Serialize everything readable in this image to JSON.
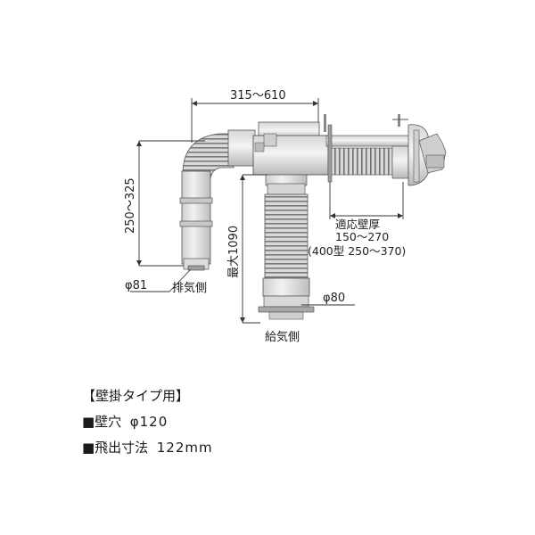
{
  "dimensions": {
    "horizontal_length": "315～610",
    "vertical_height": "250～325",
    "max_length": "最大1090",
    "exhaust_diameter": "φ81",
    "exhaust_label": "排気側",
    "intake_diameter": "φ80",
    "intake_label": "給気側",
    "wall_thickness_title": "適応壁厚",
    "wall_thickness_range": "150～270",
    "wall_thickness_400": "(400型 250～370)"
  },
  "specs": {
    "heading": "【壁掛タイプ用】",
    "wall_hole_label": "■壁穴",
    "wall_hole_value": "φ120",
    "protrusion_label": "■飛出寸法",
    "protrusion_value": "122mm"
  },
  "colors": {
    "pipe_fill": "#e6e6e6",
    "pipe_stroke": "#555555",
    "bellows_dark": "#8a8a8a",
    "dim_line": "#333333"
  }
}
